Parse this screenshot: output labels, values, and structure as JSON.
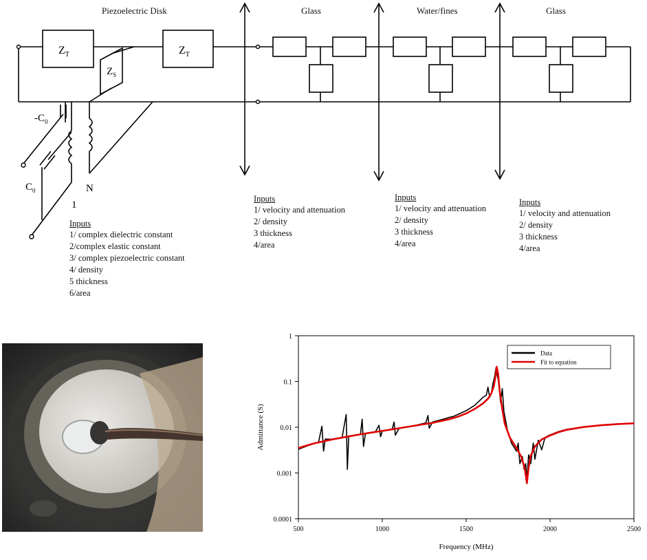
{
  "circuit": {
    "sections": {
      "piezo": "Piezoelectric Disk",
      "glass1": "Glass",
      "water": "Water/fines",
      "glass2": "Glass"
    },
    "component_labels": {
      "zt": "Z",
      "zt_sub": "T",
      "zs": "Z",
      "zs_sub": "S",
      "neg_c0": "-C",
      "c0": "C",
      "c0_sub": "0",
      "n": "N",
      "one": "1"
    },
    "inputs": [
      {
        "heading": "Inputs",
        "items": [
          "1/ complex dielectric constant",
          "2/complex elastic constant",
          "3/ complex piezoelectric constant",
          "4/ density",
          "5 thickness",
          "6/area"
        ]
      },
      {
        "heading": "Inputs",
        "items": [
          "1/ velocity and attenuation",
          "2/ density",
          "3 thickness",
          "4/area"
        ]
      },
      {
        "heading": "Inputs",
        "items": [
          "1/ velocity and attenuation",
          "2/ density",
          "3 thickness",
          "4/area"
        ]
      },
      {
        "heading": "Inputs",
        "items": [
          "1/ velocity and attenuation",
          "2/ density",
          "3 thickness",
          "4/area"
        ]
      }
    ]
  },
  "photo": {
    "subject": "piezoelectric disk on glass with wire lead",
    "colors": {
      "outer": "#1a1a1a",
      "glass": "#6e6a60",
      "disk": "#d9d7d2",
      "tan": "#b8a58a",
      "lead": "#3a2a22"
    }
  },
  "chart_data": {
    "type": "line",
    "x_scale": "linear",
    "y_scale": "log",
    "xlabel": "Frequency (MHz)",
    "ylabel": "Admittance (S)",
    "xlim": [
      500,
      2500
    ],
    "ylim": [
      0.0001,
      1
    ],
    "x_ticks": [
      "500",
      "1000",
      "1500",
      "2000",
      "2500"
    ],
    "y_ticks": [
      "0.0001",
      "0.001",
      "0.01",
      "0.1",
      "1"
    ],
    "legend_position": "top-right",
    "series": [
      {
        "name": "Data",
        "color": "#000000",
        "points": [
          [
            500,
            0.0033
          ],
          [
            560,
            0.004
          ],
          [
            620,
            0.0047
          ],
          [
            640,
            0.0105
          ],
          [
            650,
            0.003
          ],
          [
            660,
            0.0055
          ],
          [
            700,
            0.0055
          ],
          [
            760,
            0.0058
          ],
          [
            785,
            0.019
          ],
          [
            792,
            0.0012
          ],
          [
            800,
            0.0064
          ],
          [
            870,
            0.007
          ],
          [
            880,
            0.015
          ],
          [
            888,
            0.0038
          ],
          [
            900,
            0.0074
          ],
          [
            960,
            0.008
          ],
          [
            980,
            0.011
          ],
          [
            990,
            0.0062
          ],
          [
            1000,
            0.0083
          ],
          [
            1060,
            0.0092
          ],
          [
            1070,
            0.013
          ],
          [
            1078,
            0.0067
          ],
          [
            1100,
            0.0095
          ],
          [
            1200,
            0.011
          ],
          [
            1260,
            0.0125
          ],
          [
            1272,
            0.018
          ],
          [
            1280,
            0.0095
          ],
          [
            1300,
            0.013
          ],
          [
            1380,
            0.0155
          ],
          [
            1400,
            0.0165
          ],
          [
            1420,
            0.017
          ],
          [
            1450,
            0.019
          ],
          [
            1500,
            0.023
          ],
          [
            1550,
            0.03
          ],
          [
            1580,
            0.038
          ],
          [
            1600,
            0.045
          ],
          [
            1620,
            0.05
          ],
          [
            1630,
            0.075
          ],
          [
            1640,
            0.045
          ],
          [
            1650,
            0.055
          ],
          [
            1660,
            0.09
          ],
          [
            1670,
            0.13
          ],
          [
            1678,
            0.2
          ],
          [
            1685,
            0.14
          ],
          [
            1695,
            0.09
          ],
          [
            1705,
            0.035
          ],
          [
            1715,
            0.07
          ],
          [
            1725,
            0.022
          ],
          [
            1745,
            0.009
          ],
          [
            1770,
            0.0045
          ],
          [
            1800,
            0.003
          ],
          [
            1810,
            0.0045
          ],
          [
            1820,
            0.0016
          ],
          [
            1835,
            0.0023
          ],
          [
            1845,
            0.0012
          ],
          [
            1855,
            0.0016
          ],
          [
            1862,
            0.0007
          ],
          [
            1872,
            0.0025
          ],
          [
            1885,
            0.0016
          ],
          [
            1900,
            0.0045
          ],
          [
            1910,
            0.002
          ],
          [
            1930,
            0.0052
          ],
          [
            1950,
            0.0032
          ],
          [
            1970,
            0.006
          ],
          [
            2000,
            0.0068
          ],
          [
            2050,
            0.008
          ],
          [
            2100,
            0.009
          ],
          [
            2150,
            0.0095
          ],
          [
            2200,
            0.01
          ],
          [
            2250,
            0.0105
          ],
          [
            2300,
            0.011
          ],
          [
            2350,
            0.0115
          ],
          [
            2400,
            0.0118
          ],
          [
            2450,
            0.012
          ],
          [
            2500,
            0.0123
          ]
        ]
      },
      {
        "name": "Fit to equation",
        "color": "#e00000",
        "points": [
          [
            500,
            0.0035
          ],
          [
            550,
            0.004
          ],
          [
            600,
            0.0045
          ],
          [
            700,
            0.0054
          ],
          [
            800,
            0.0063
          ],
          [
            900,
            0.0073
          ],
          [
            1000,
            0.0083
          ],
          [
            1100,
            0.0095
          ],
          [
            1200,
            0.0109
          ],
          [
            1300,
            0.0125
          ],
          [
            1400,
            0.015
          ],
          [
            1450,
            0.017
          ],
          [
            1500,
            0.02
          ],
          [
            1550,
            0.025
          ],
          [
            1600,
            0.033
          ],
          [
            1630,
            0.042
          ],
          [
            1650,
            0.055
          ],
          [
            1665,
            0.08
          ],
          [
            1675,
            0.13
          ],
          [
            1682,
            0.21
          ],
          [
            1690,
            0.15
          ],
          [
            1700,
            0.06
          ],
          [
            1715,
            0.025
          ],
          [
            1730,
            0.012
          ],
          [
            1760,
            0.006
          ],
          [
            1800,
            0.0035
          ],
          [
            1830,
            0.0022
          ],
          [
            1850,
            0.0012
          ],
          [
            1862,
            0.0006
          ],
          [
            1872,
            0.0013
          ],
          [
            1885,
            0.0024
          ],
          [
            1910,
            0.0038
          ],
          [
            1950,
            0.0054
          ],
          [
            2000,
            0.0066
          ],
          [
            2050,
            0.0078
          ],
          [
            2100,
            0.0088
          ],
          [
            2200,
            0.0101
          ],
          [
            2300,
            0.011
          ],
          [
            2400,
            0.0117
          ],
          [
            2500,
            0.0122
          ]
        ]
      }
    ]
  }
}
